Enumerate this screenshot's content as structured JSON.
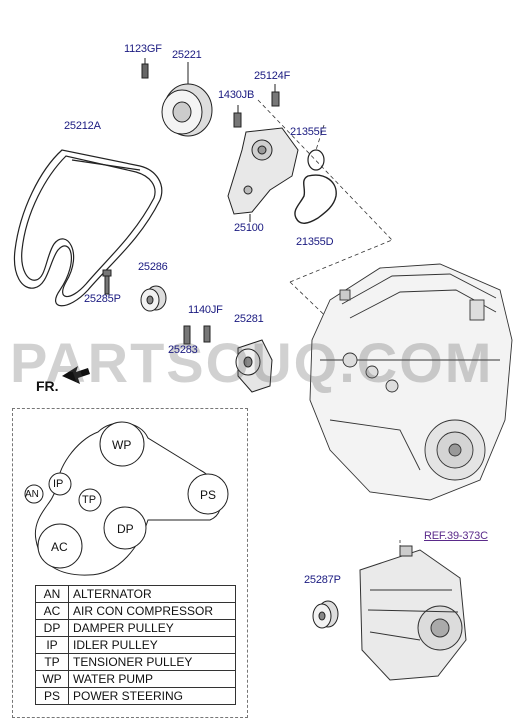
{
  "watermark": "PARTSOUQ.COM",
  "direction_label": "FR.",
  "reference_link": "REF.39-373C",
  "part_labels": {
    "p1123GF": "1123GF",
    "p25221": "25221",
    "p25124F": "25124F",
    "p1430JB": "1430JB",
    "p25212A": "25212A",
    "p21355E": "21355E",
    "p25100": "25100",
    "p21355D": "21355D",
    "p25286": "25286",
    "p25285P": "25285P",
    "p1140JF": "1140JF",
    "p25281": "25281",
    "p25283": "25283",
    "p25287P": "25287P"
  },
  "belt_diagram": {
    "pulleys": {
      "wp": "WP",
      "ip": "IP",
      "an": "AN",
      "tp": "TP",
      "ps": "PS",
      "dp": "DP",
      "ac": "AC"
    }
  },
  "legend": [
    {
      "code": "AN",
      "description": "ALTERNATOR"
    },
    {
      "code": "AC",
      "description": "AIR CON COMPRESSOR"
    },
    {
      "code": "DP",
      "description": "DAMPER PULLEY"
    },
    {
      "code": "IP",
      "description": "IDLER PULLEY"
    },
    {
      "code": "TP",
      "description": "TENSIONER PULLEY"
    },
    {
      "code": "WP",
      "description": "WATER PUMP"
    },
    {
      "code": "PS",
      "description": "POWER STEERING"
    }
  ]
}
